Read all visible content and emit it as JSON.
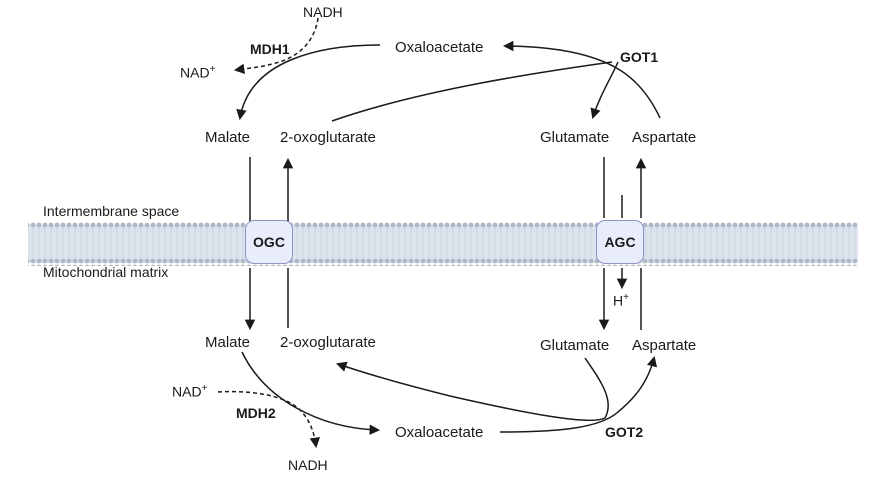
{
  "regions": {
    "intermembrane": "Intermembrane space",
    "matrix": "Mitochondrial matrix"
  },
  "transporters": {
    "ogc": "OGC",
    "agc": "AGC"
  },
  "top": {
    "nadh": "NADH",
    "mdh1": "MDH1",
    "nad_base": "NAD",
    "nad_sup": "+",
    "oxaloacetate": "Oxaloacetate",
    "got1": "GOT1",
    "malate": "Malate",
    "oxoglutarate": "2-oxoglutarate",
    "glutamate": "Glutamate",
    "aspartate": "Aspartate"
  },
  "bottom": {
    "malate": "Malate",
    "oxoglutarate": "2-oxoglutarate",
    "glutamate": "Glutamate",
    "aspartate": "Aspartate",
    "h_base": "H",
    "h_sup": "+",
    "nad_base": "NAD",
    "nad_sup": "+",
    "mdh2": "MDH2",
    "oxaloacetate": "Oxaloacetate",
    "got2": "GOT2",
    "nadh": "NADH"
  },
  "colors": {
    "membrane": "#c9d2de",
    "membrane_dots": "#aeb9c8",
    "transporter_fill": "#e9ecfb",
    "transporter_border": "#8c96c4",
    "arrow": "#1a1a1a"
  }
}
